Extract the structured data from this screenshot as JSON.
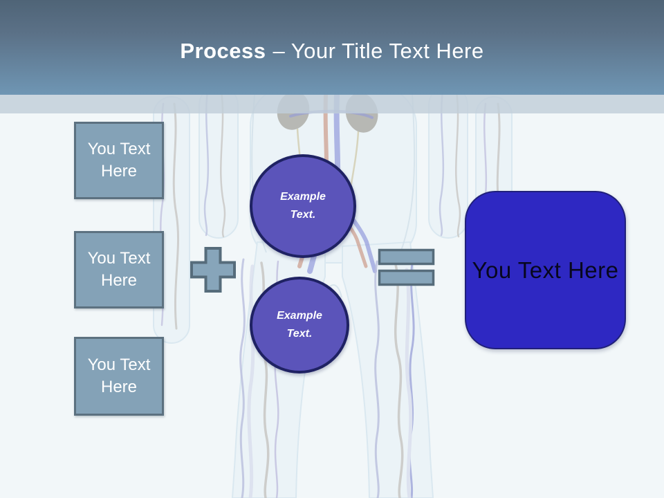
{
  "header": {
    "title_bold": "Process",
    "title_rest": "– Your Title Text Here"
  },
  "boxes": [
    {
      "label": "You Text Here"
    },
    {
      "label": "You Text Here"
    },
    {
      "label": "You Text Here"
    }
  ],
  "operators": {
    "plus": "plus-icon",
    "equals": "equals-icon"
  },
  "circles": [
    {
      "label": "Example Text."
    },
    {
      "label": "Example Text."
    }
  ],
  "result": {
    "label": "You Text Here"
  },
  "icons": {
    "watermark": "human-vascular-anatomy-image"
  },
  "colors": {
    "header_gradient_top": "#4f6477",
    "header_gradient_bottom": "#6f96b4",
    "band": "#c1ced9",
    "background": "#f2f7f9",
    "box_fill": "#84a2b7",
    "box_border": "#5c7180",
    "operator_fill": "#87a5ba",
    "operator_border": "#566c7b",
    "circle_fill": "#5b54ba",
    "circle_border": "#1f2263",
    "result_fill": "#2e28c2",
    "title_text": "#ffffff",
    "result_text": "#07071e"
  }
}
